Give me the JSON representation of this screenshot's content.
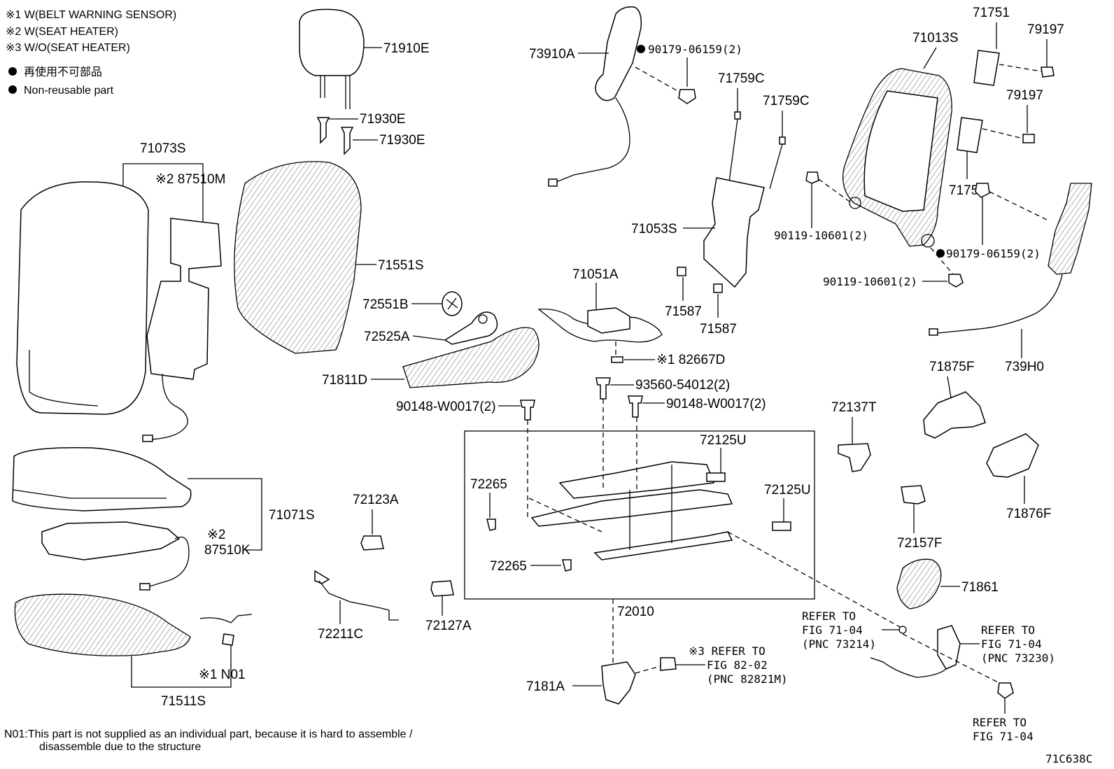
{
  "legend": {
    "notes": [
      "※1 W(BELT WARNING SENSOR)",
      "※2 W(SEAT HEATER)",
      "※3 W/O(SEAT HEATER)"
    ],
    "nonreusable_jp": "再使用不可部品",
    "nonreusable_en": "Non-reusable part"
  },
  "labels": {
    "p71910E": "71910E",
    "p71930E_a": "71930E",
    "p71930E_b": "71930E",
    "p71073S": "71073S",
    "p87510M": "※2 87510M",
    "p71551S": "71551S",
    "p72551B": "72551B",
    "p72525A": "72525A",
    "p71811D": "71811D",
    "p90148_a": "90148-W0017(2)",
    "p90148_b": "90148-W0017(2)",
    "p73910A": "73910A",
    "p90179_a": "90179-06159(2)",
    "p71759C_a": "71759C",
    "p71759C_b": "71759C",
    "p71053S": "71053S",
    "p71051A": "71051A",
    "p71587_a": "71587",
    "p71587_b": "71587",
    "p82667D": "※1 82667D",
    "p93560": "93560-54012(2)",
    "p71013S": "71013S",
    "p71751_a": "71751",
    "p71751_b": "71751",
    "p79197_a": "79197",
    "p79197_b": "79197",
    "p90119_a": "90119-10601(2)",
    "p90119_b": "90119-10601(2)",
    "p90179_b": "90179-06159(2)",
    "p739H0": "739H0",
    "p71875F": "71875F",
    "p71876F": "71876F",
    "p72137T": "72137T",
    "p72157F": "72157F",
    "p71861": "71861",
    "p72125U_a": "72125U",
    "p72125U_b": "72125U",
    "p72265_a": "72265",
    "p72265_b": "72265",
    "p72010": "72010",
    "p72123A": "72123A",
    "p72127A": "72127A",
    "p72211C": "72211C",
    "p71071S": "71071S",
    "p87510K_note": "※2",
    "p87510K": "87510K",
    "p71511S": "71511S",
    "pN01": "※1 N01",
    "p7181A": "7181A"
  },
  "refs": {
    "r1": [
      "※3 REFER TO",
      "FIG 82-02",
      "(PNC 82821M)"
    ],
    "r2": [
      "REFER TO",
      "FIG 71-04",
      "(PNC 73214)"
    ],
    "r3": [
      "REFER TO",
      "FIG 71-04",
      "(PNC 73230)"
    ],
    "r4": [
      "REFER TO",
      "FIG 71-04"
    ]
  },
  "footer": {
    "line1": "N01:This part is not supplied as an individual part, because it is hard to assemble /",
    "line2": "disassemble due to the structure",
    "code": "71C638C"
  }
}
